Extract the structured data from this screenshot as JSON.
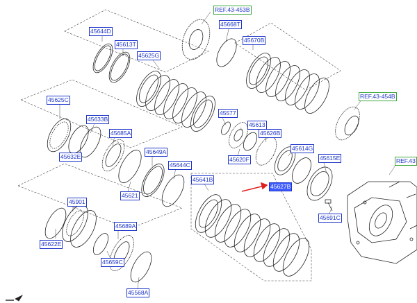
{
  "diagram": {
    "labels": [
      "45644D",
      "45613T",
      "45625G",
      "45625C",
      "45633B",
      "45632E",
      "45685A",
      "45649A",
      "45644C",
      "45621",
      "45901",
      "45622E",
      "45689A",
      "45659C",
      "45568A",
      "45668T",
      "45670B",
      "45577",
      "45613",
      "45626B",
      "45620F",
      "45614G",
      "45615E",
      "45627B",
      "45641B",
      "45691C"
    ],
    "refs": [
      "REF.43-453B",
      "REF.43-454B",
      "REF.43"
    ],
    "highlight": "45627B",
    "colors": {
      "label": "#1d35c9",
      "ref_border": "#3aa63a",
      "highlight_bg": "#3d5bff",
      "arrow": "#e02020",
      "line": "#222222"
    }
  }
}
